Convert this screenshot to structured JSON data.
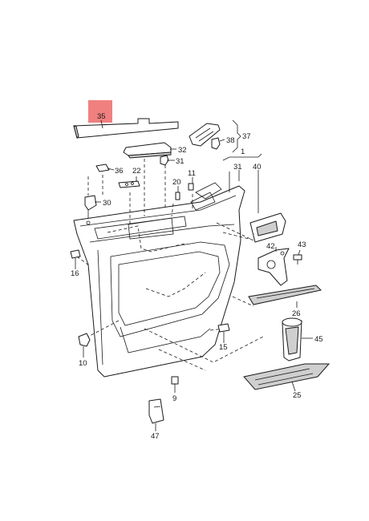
{
  "diagram": {
    "highlight_color": "#f08080",
    "line_color": "#1a1a1a",
    "callouts": {
      "p35": "35",
      "p32": "32",
      "p31a": "31",
      "p36": "36",
      "p22": "22",
      "p37": "37",
      "p38": "38",
      "p1": "1",
      "p31b": "31",
      "p40": "40",
      "p11": "11",
      "p20": "20",
      "p30": "30",
      "p42": "42",
      "p43": "43",
      "p16": "16",
      "p26": "26",
      "p45": "45",
      "p15": "15",
      "p10": "10",
      "p25": "25",
      "p9": "9",
      "p47": "47"
    }
  }
}
